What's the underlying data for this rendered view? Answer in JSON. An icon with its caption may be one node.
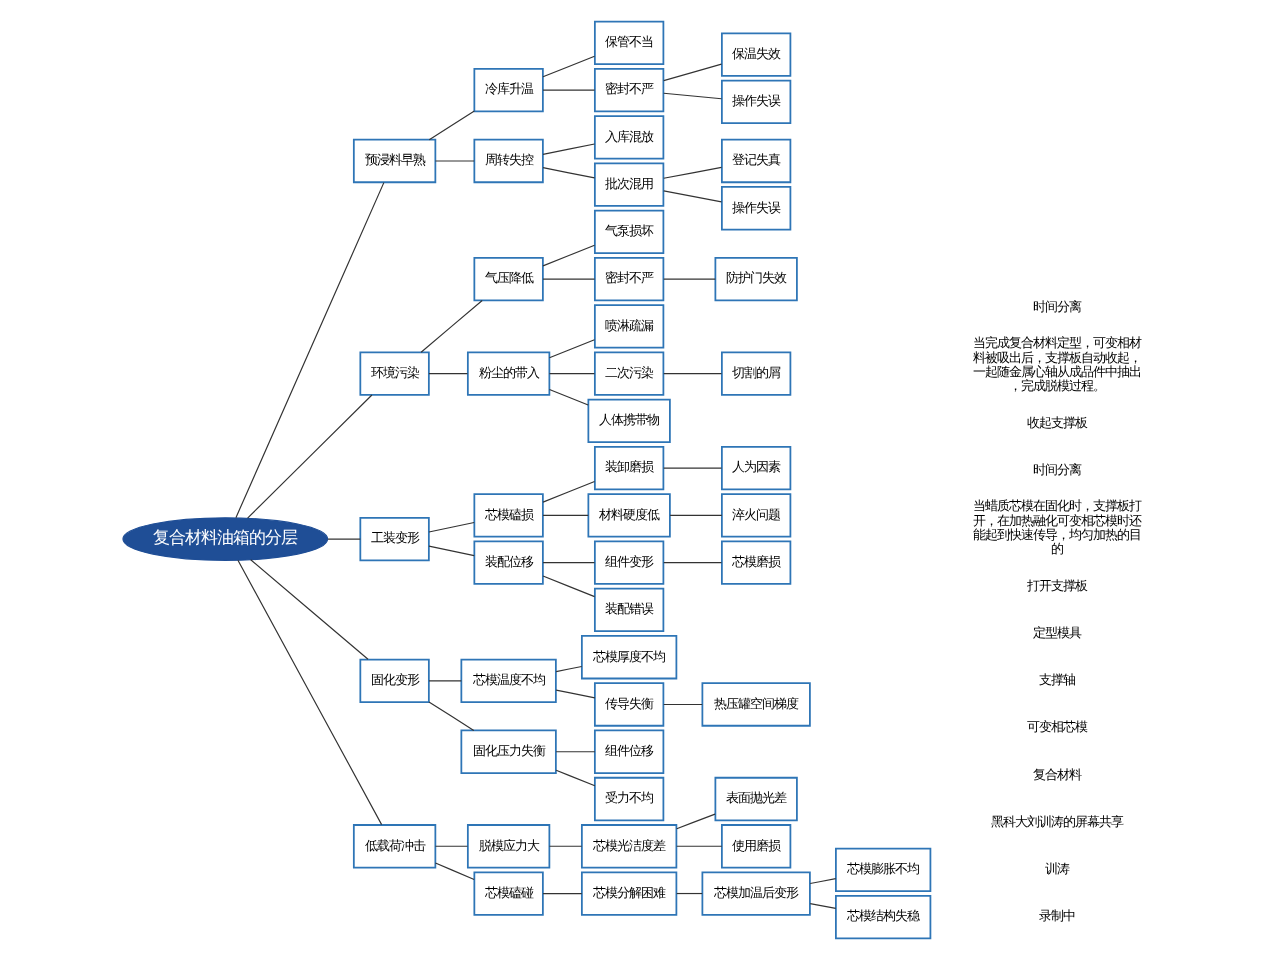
{
  "diagram": {
    "nodes": [
      {
        "text": [
          "复合材料油箱的分层"
        ]
      },
      {
        "text": [
          "预浸料早熟"
        ]
      },
      {
        "text": [
          "环境污染"
        ]
      },
      {
        "text": [
          "工装变形"
        ]
      },
      {
        "text": [
          "固化变形"
        ]
      },
      {
        "text": [
          "低载荷冲击"
        ]
      },
      {
        "text": [
          "冷库升温"
        ]
      },
      {
        "text": [
          "周转失控"
        ]
      },
      {
        "text": [
          "气压降低"
        ]
      },
      {
        "text": [
          "粉尘的带入"
        ]
      },
      {
        "text": [
          "芯模磕损"
        ]
      },
      {
        "text": [
          "装配位移"
        ]
      },
      {
        "text": [
          "芯模温度不均"
        ]
      },
      {
        "text": [
          "固化压力失衡"
        ]
      },
      {
        "text": [
          "脱模应力大"
        ]
      },
      {
        "text": [
          "芯模磕碰"
        ]
      },
      {
        "text": [
          "保管不当"
        ]
      },
      {
        "text": [
          "密封不严"
        ]
      },
      {
        "text": [
          "入库混放"
        ]
      },
      {
        "text": [
          "批次混用"
        ]
      },
      {
        "text": [
          "气泵损坏"
        ]
      },
      {
        "text": [
          "密封不严"
        ]
      },
      {
        "text": [
          "喷淋疏漏"
        ]
      },
      {
        "text": [
          "二次污染"
        ]
      },
      {
        "text": [
          "人体携带物"
        ]
      },
      {
        "text": [
          "装卸磨损"
        ]
      },
      {
        "text": [
          "材料硬度低"
        ]
      },
      {
        "text": [
          "组件变形"
        ]
      },
      {
        "text": [
          "装配错误"
        ]
      },
      {
        "text": [
          "芯模厚度不均"
        ]
      },
      {
        "text": [
          "传导失衡"
        ]
      },
      {
        "text": [
          "组件位移"
        ]
      },
      {
        "text": [
          "受力不均"
        ]
      },
      {
        "text": [
          "芯模光洁度差"
        ]
      },
      {
        "text": [
          "芯模分解困难"
        ]
      },
      {
        "text": [
          "保温失效"
        ]
      },
      {
        "text": [
          "操作失误"
        ]
      },
      {
        "text": [
          "登记失真"
        ]
      },
      {
        "text": [
          "操作失误"
        ]
      },
      {
        "text": [
          "防护门失效"
        ]
      },
      {
        "text": [
          "切割的屑"
        ]
      },
      {
        "text": [
          "人为因素"
        ]
      },
      {
        "text": [
          "淬火问题"
        ]
      },
      {
        "text": [
          "芯模磨损"
        ]
      },
      {
        "text": [
          "热压罐空间梯度"
        ]
      },
      {
        "text": [
          "表面抛光差"
        ]
      },
      {
        "text": [
          "使用磨损"
        ]
      },
      {
        "text": [
          "芯模加温后变形"
        ]
      },
      {
        "text": [
          "芯模膨胀不均"
        ]
      },
      {
        "text": [
          "芯模结构失稳"
        ]
      }
    ],
    "edges": [
      {
        "from": 0,
        "to": 1,
        "arrow": "none"
      },
      {
        "from": 0,
        "to": 2,
        "arrow": "none"
      },
      {
        "from": 0,
        "to": 3,
        "arrow": "none"
      },
      {
        "from": 0,
        "to": 4,
        "arrow": "none"
      },
      {
        "from": 0,
        "to": 5,
        "arrow": "none"
      },
      {
        "from": 1,
        "to": 6,
        "arrow": "none"
      },
      {
        "from": 1,
        "to": 7,
        "arrow": "none"
      },
      {
        "from": 2,
        "to": 8,
        "arrow": "none"
      },
      {
        "from": 2,
        "to": 9,
        "arrow": "none"
      },
      {
        "from": 3,
        "to": 10,
        "arrow": "none"
      },
      {
        "from": 3,
        "to": 11,
        "arrow": "none"
      },
      {
        "from": 4,
        "to": 12,
        "arrow": "none"
      },
      {
        "from": 4,
        "to": 13,
        "arrow": "none"
      },
      {
        "from": 5,
        "to": 14,
        "arrow": "none"
      },
      {
        "from": 5,
        "to": 15,
        "arrow": "none"
      },
      {
        "from": 6,
        "to": 16,
        "arrow": "none"
      },
      {
        "from": 6,
        "to": 17,
        "arrow": "none"
      },
      {
        "from": 7,
        "to": 18,
        "arrow": "none"
      },
      {
        "from": 7,
        "to": 19,
        "arrow": "none"
      },
      {
        "from": 8,
        "to": 20,
        "arrow": "none"
      },
      {
        "from": 8,
        "to": 21,
        "arrow": "none"
      },
      {
        "from": 9,
        "to": 22,
        "arrow": "none"
      },
      {
        "from": 9,
        "to": 23,
        "arrow": "none"
      },
      {
        "from": 9,
        "to": 24,
        "arrow": "none"
      },
      {
        "from": 10,
        "to": 25,
        "arrow": "none"
      },
      {
        "from": 10,
        "to": 26,
        "arrow": "none"
      },
      {
        "from": 11,
        "to": 27,
        "arrow": "none"
      },
      {
        "from": 11,
        "to": 28,
        "arrow": "none"
      },
      {
        "from": 12,
        "to": 29,
        "arrow": "none"
      },
      {
        "from": 12,
        "to": 30,
        "arrow": "none"
      },
      {
        "from": 13,
        "to": 31,
        "arrow": "none"
      },
      {
        "from": 13,
        "to": 32,
        "arrow": "none"
      },
      {
        "from": 14,
        "to": 33,
        "arrow": "none"
      },
      {
        "from": 15,
        "to": 34,
        "arrow": "none"
      },
      {
        "from": 17,
        "to": 35,
        "arrow": "none"
      },
      {
        "from": 17,
        "to": 36,
        "arrow": "none"
      },
      {
        "from": 19,
        "to": 37,
        "arrow": "none"
      },
      {
        "from": 19,
        "to": 38,
        "arrow": "none"
      },
      {
        "from": 21,
        "to": 39,
        "arrow": "none"
      },
      {
        "from": 23,
        "to": 40,
        "arrow": "none"
      },
      {
        "from": 25,
        "to": 41,
        "arrow": "none"
      },
      {
        "from": 26,
        "to": 42,
        "arrow": "none"
      },
      {
        "from": 27,
        "to": 43,
        "arrow": "none"
      },
      {
        "from": 30,
        "to": 44,
        "arrow": "none"
      },
      {
        "from": 33,
        "to": 45,
        "arrow": "none"
      },
      {
        "from": 33,
        "to": 46,
        "arrow": "none"
      },
      {
        "from": 34,
        "to": 47,
        "arrow": "none"
      },
      {
        "from": 47,
        "to": 48,
        "arrow": "none"
      },
      {
        "from": 47,
        "to": 49,
        "arrow": "none"
      }
    ],
    "labels": [
      "录制中",
      "训涛",
      "黑科大刘训涛的屏幕共享",
      "复合材料",
      "可变相芯模",
      "支撑轴",
      "定型模具",
      "打开支撑板",
      "当蜡质芯模在固化时，支撑板打开，在加热融化可变相芯模时还能起到快速传导，均匀加热的目的",
      "时间分离",
      "收起支撑板",
      "当完成复合材料定型，可变相材料被吸出后，支撑板自动收起，一起随金属心轴从成品件中抽出，完成脱模过程。",
      "时间分离"
    ]
  }
}
